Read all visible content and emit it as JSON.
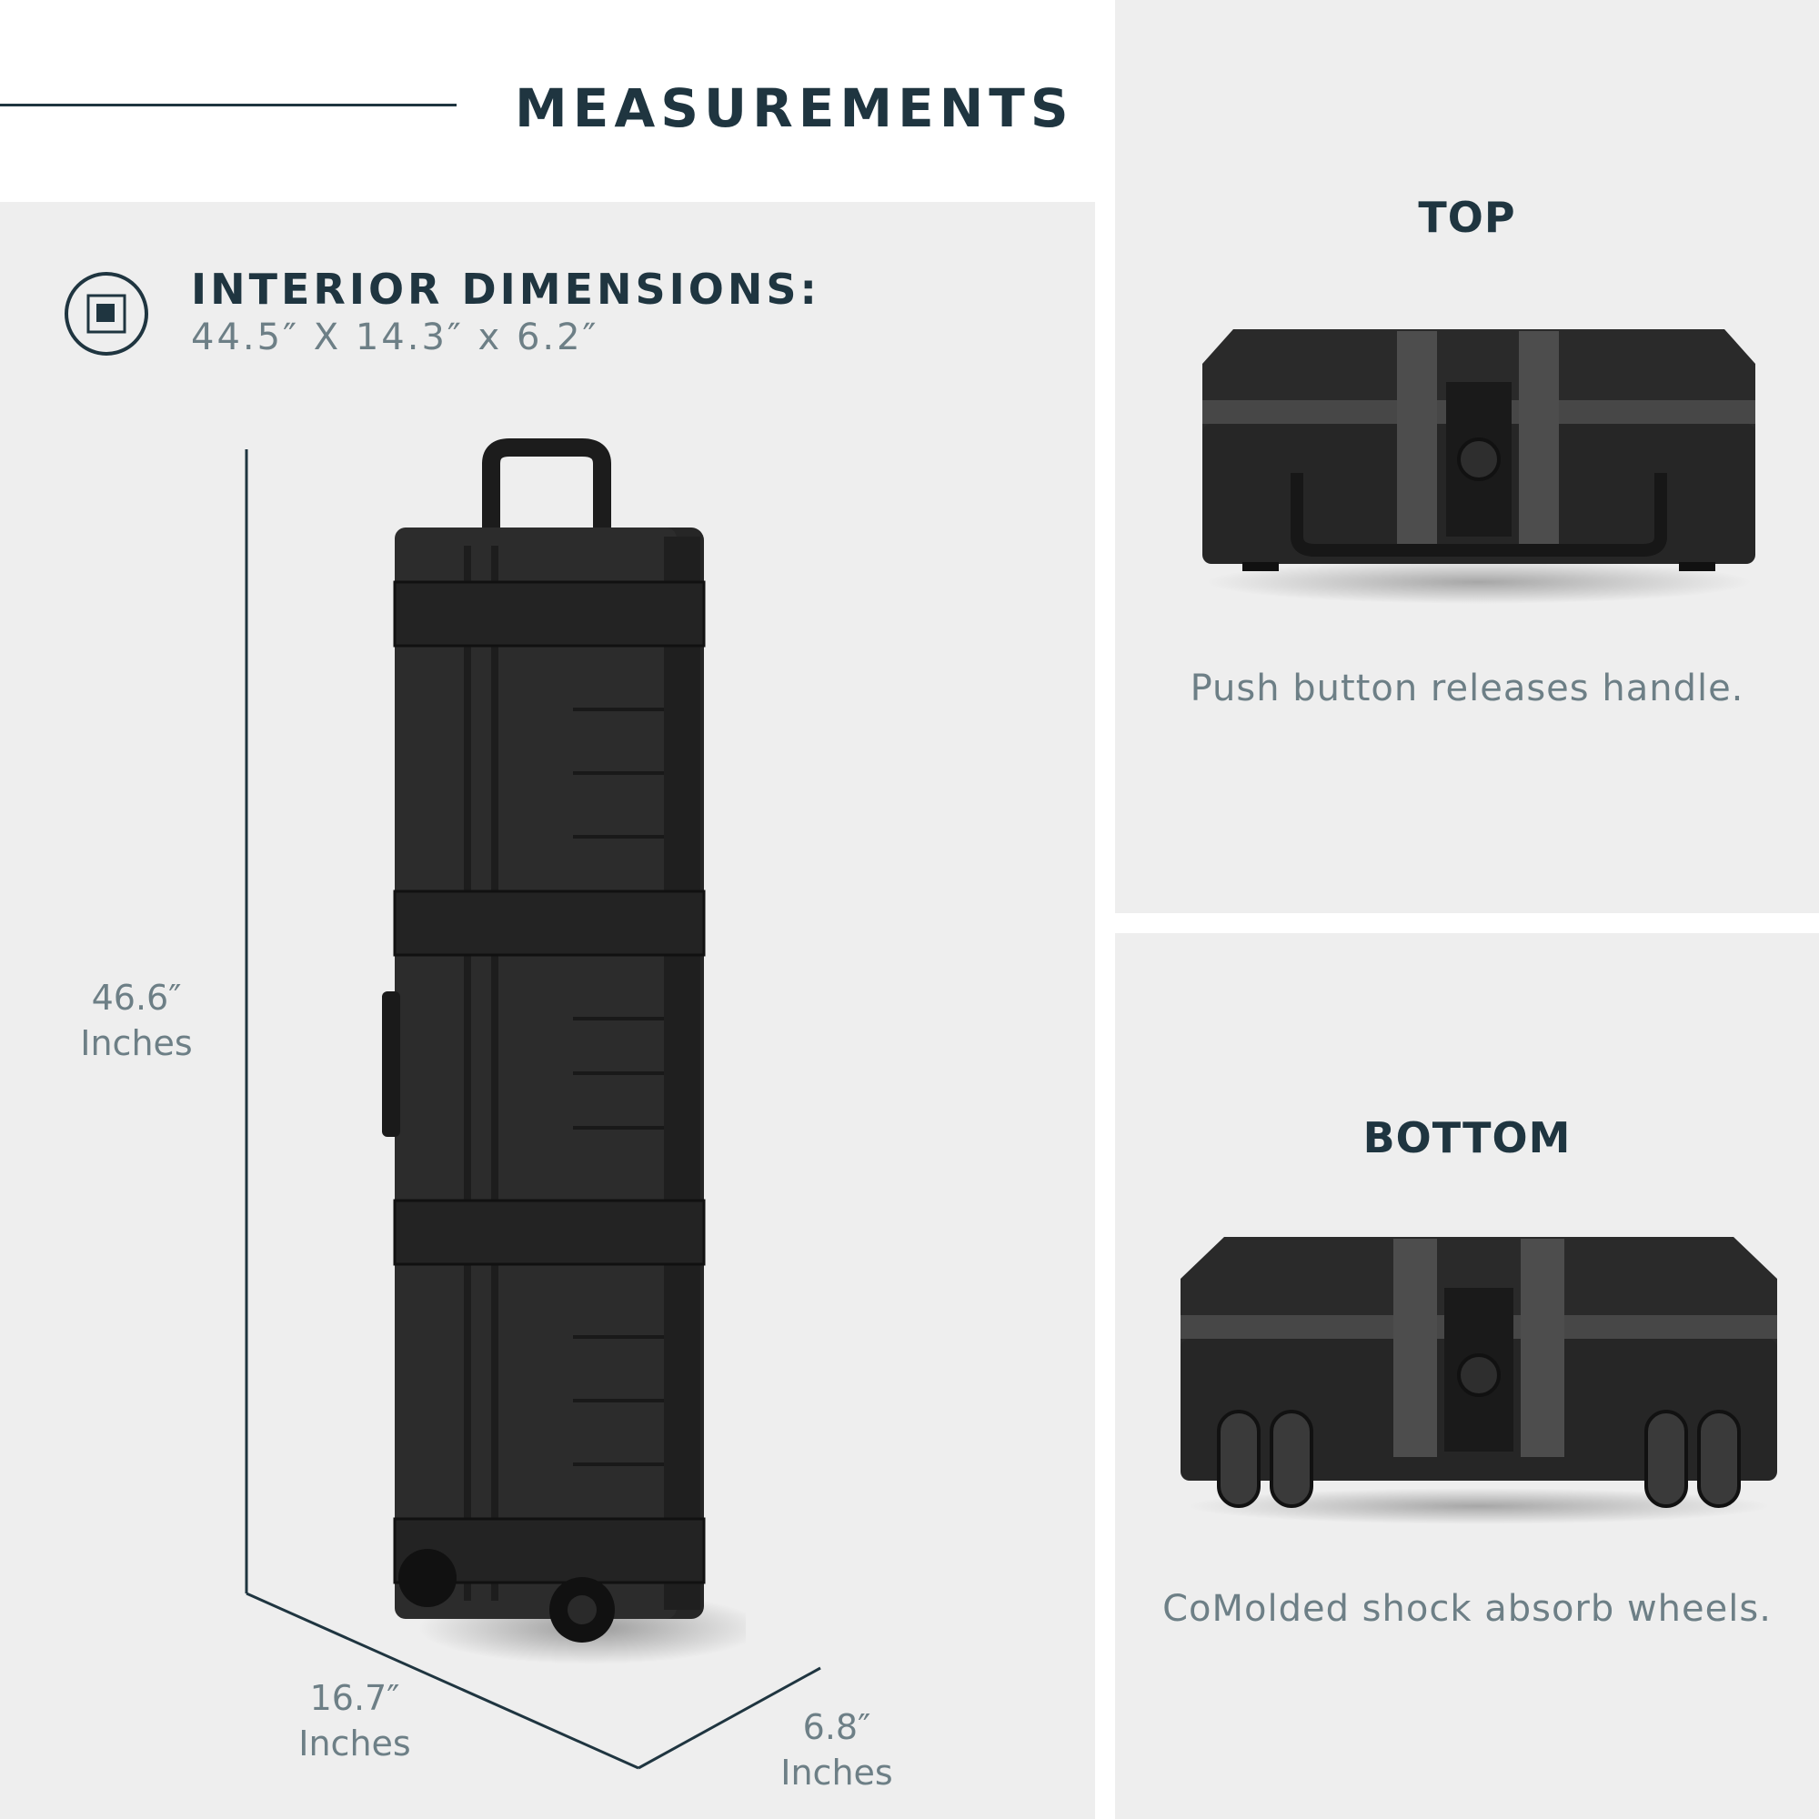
{
  "header": {
    "title": "MEASUREMENTS"
  },
  "interior": {
    "heading": "INTERIOR DIMENSIONS:",
    "value": "44.5″ X 14.3″ x 6.2″",
    "icon": "dimensions-icon"
  },
  "dimensions": {
    "height": {
      "value": "46.6″",
      "unit": "Inches"
    },
    "length": {
      "value": "16.7″",
      "unit": "Inches"
    },
    "depth": {
      "value": "6.8″",
      "unit": "Inches"
    }
  },
  "top_view": {
    "title": "TOP",
    "caption": "Push button releases handle."
  },
  "bottom_view": {
    "title": "BOTTOM",
    "caption": "CoMolded shock absorb wheels."
  },
  "colors": {
    "heading": "#1f3540",
    "muted_text": "#6d7f86",
    "panel": "#eeeeee",
    "case": "#222222"
  }
}
